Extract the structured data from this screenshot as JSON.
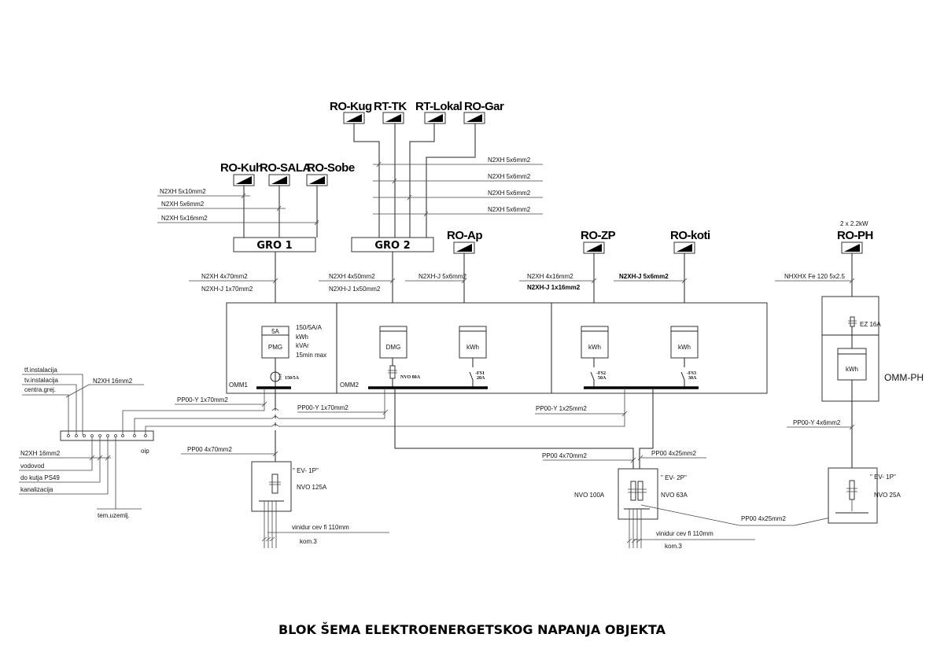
{
  "title": "BLOK ŠEMA ELEKTROENERGETSKOG NAPANJA OBJEKTA",
  "subboards_top": [
    "RO-Kug",
    "RT-TK",
    "RT-Lokal",
    "RO-Gar"
  ],
  "subboards_top_cables": [
    "N2XH 5x6mm2",
    "N2XH 5x6mm2",
    "N2XH 5x6mm2",
    "N2XH 5x6mm2"
  ],
  "subboards_left": [
    "RO-Kuh",
    "RO-SALA",
    "RO-Sobe"
  ],
  "subboards_left_cables": [
    "N2XH 5x10mm2",
    "N2XH 5x6mm2",
    "N2XH 5x16mm2"
  ],
  "gro1": "GRO 1",
  "gro2": "GRO 2",
  "ro_ap": "RO-Ap",
  "ro_zp": "RO-ZP",
  "ro_koti": "RO-koti",
  "ro_ph": "RO-PH",
  "ro_ph_power": "2 x 2.2kW",
  "feeders": {
    "gro1": [
      "N2XH 4x70mm2",
      "N2XH-J 1x70mm2"
    ],
    "gro2": [
      "N2XH 4x50mm2",
      "N2XH-J 1x50mm2"
    ],
    "ap": "N2XH-J 5x6mm2",
    "zp": [
      "N2XH 4x16mm2",
      "N2XH-J 1x16mm2"
    ],
    "koti": "N2XH-J 5x6mm2",
    "ph": "NHXHX Fe 120 5x2.5"
  },
  "omm1": {
    "label": "OMM1",
    "meter_header": "5A",
    "meter": "PMG",
    "meter_specs": [
      "150/5A/A",
      "kWh",
      "kVAr",
      "15min max"
    ],
    "ct": "150/5A"
  },
  "omm2": {
    "label": "OMM2",
    "meter": "DMG",
    "fuse": "NVO 80A",
    "kwh": "kWh",
    "fs1": [
      "-FS1",
      "20A"
    ]
  },
  "omm3": {
    "kwh_zp": "kWh",
    "kwh_koti": "kWh",
    "fs2": [
      "-FS2",
      "50A"
    ],
    "fs3": [
      "-FS3",
      "30A"
    ]
  },
  "omm_ph": {
    "label": "OMM-PH",
    "fuse": "EZ 16A",
    "kwh": "kWh"
  },
  "earthing": {
    "inputs": [
      "tf.instalacija",
      "tv.instalacija",
      "centra.grej."
    ],
    "input_cable": "N2XH 16mm2",
    "outputs": [
      "N2XH 16mm2",
      "vodovod",
      "do kutja PS49",
      "kanalizacija"
    ],
    "tem": "tem.uzemlj.",
    "bar": "oip"
  },
  "pe_cables": [
    "PP00-Y 1x70mm2",
    "PP00-Y 1x70mm2",
    "PP00-Y 1x25mm2",
    "PP00-Y 4x6mm2"
  ],
  "ev1p_left": {
    "name": "\" EV- 1P\"",
    "fuse": "NVO 125A",
    "cable": "PP00 4x70mm2",
    "pipe": "vinidur cev fi 110mm",
    "qty": "kom.3"
  },
  "ev2p": {
    "name": "\" EV- 2P\"",
    "fuse1": "NVO 100A",
    "fuse2": "NVO 63A",
    "cable1": "PP00 4x70mm2",
    "cable2": "PP00 4x25mm2",
    "pipe": "vinidur cev fi 110mm",
    "qty": "kom.3"
  },
  "ev1p_right": {
    "name": "\" EV- 1P\"",
    "fuse": "NVO 25A"
  },
  "link_cable": "PP00 4x25mm2"
}
